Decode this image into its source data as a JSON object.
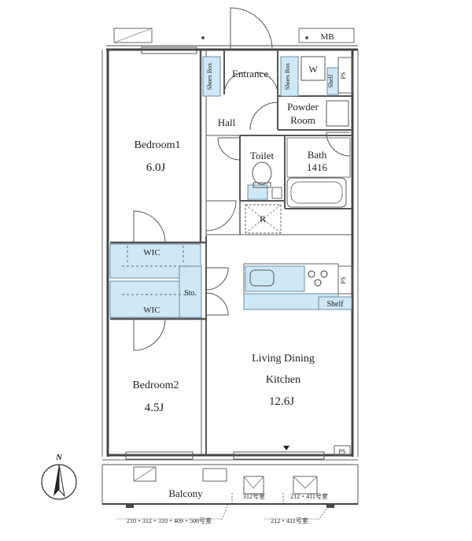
{
  "rooms": {
    "bedroom1_name": "Bedroom1",
    "bedroom1_size": "6.0J",
    "bedroom2_name": "Bedroom2",
    "bedroom2_size": "4.5J",
    "ldk_line1": "Living Dining",
    "ldk_line2": "Kitchen",
    "ldk_size": "12.6J",
    "entrance": "Entrance",
    "hall": "Hall",
    "powder_line1": "Powder",
    "powder_line2": "Room",
    "toilet": "Toilet",
    "bath_line1": "Bath",
    "bath_line2": "1416",
    "wic_upper": "WIC",
    "wic_lower": "WIC",
    "storage": "Sto.",
    "balcony": "Balcony"
  },
  "fixtures": {
    "mb": "MB",
    "shoes_box_left": "Shoes Box",
    "shoes_box_right": "Shoes Box",
    "washer": "W",
    "shelf_top": "Shelf",
    "ps_top": "PS",
    "ps_kitchen": "PS",
    "ps_balcony": "PS",
    "shelf_kitchen": "Shelf",
    "refrigerator": "R"
  },
  "notes": {
    "unit_312": "312号室",
    "unit_212_411_upper": "212・411号室",
    "units_left": "210・312・310・409・508号室",
    "units_right": "212・411号室"
  },
  "compass": {
    "north": "N"
  },
  "colors": {
    "built_in": "#cfe8f5",
    "wall": "#444444"
  }
}
